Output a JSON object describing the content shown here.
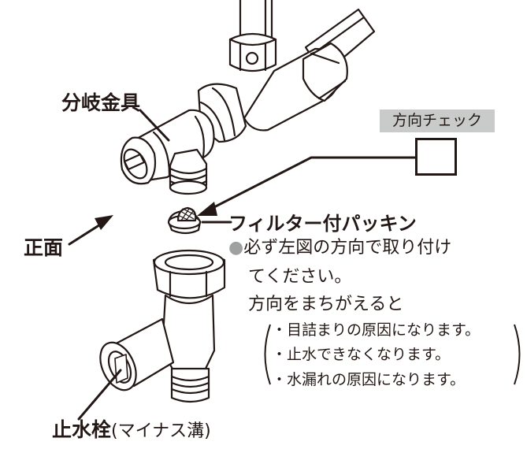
{
  "labels": {
    "branch_fitting": "分岐金具",
    "front": "正面",
    "filter_packing": "フィルター付パッキン",
    "direction_check": "方向チェック",
    "stop_valve": "止水栓",
    "stop_valve_note": "(マイナス溝)"
  },
  "note": {
    "bullet": "●",
    "line1": "必ず左図の方向で取り付け",
    "line2": "てください。",
    "line3": "方向をまちがえると",
    "items": [
      "・目詰まりの原因になります。",
      "・止水できなくなります。",
      "・水漏れの原因になります。"
    ]
  },
  "colors": {
    "ink": "#231815",
    "tag_background": "#c9caca",
    "bullet": "#9fa0a0"
  }
}
